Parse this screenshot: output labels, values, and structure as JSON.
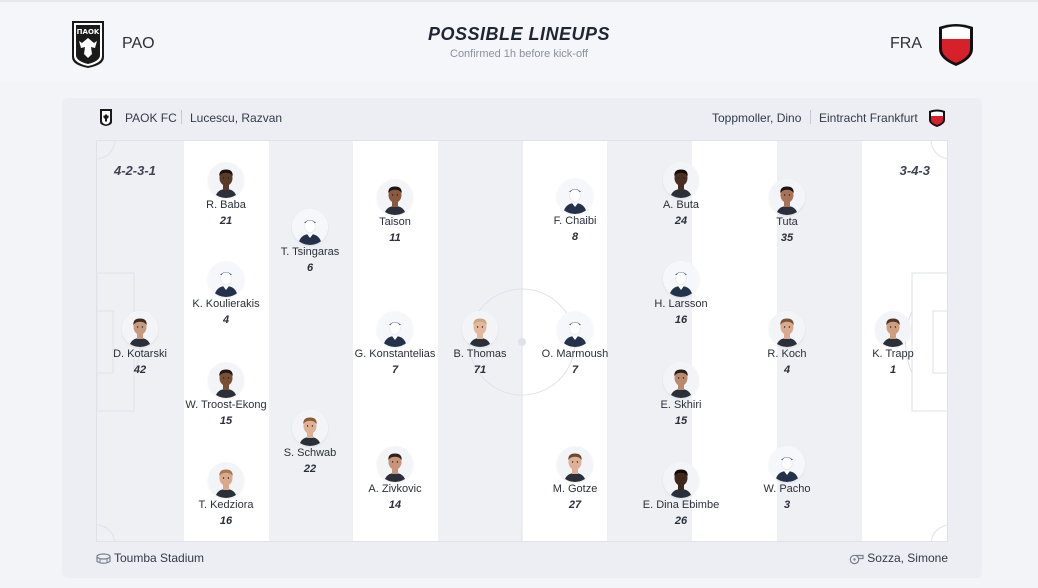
{
  "header": {
    "title": "POSSIBLE LINEUPS",
    "subtitle": "Confirmed 1h before kick-off",
    "home_abbr": "PAO",
    "away_abbr": "FRA",
    "home_logo_text": "ΠΑΟΚ"
  },
  "info": {
    "home_team": "PAOK FC",
    "home_coach": "Lucescu, Razvan",
    "away_coach": "Toppmoller, Dino",
    "away_team": "Eintracht Frankfurt"
  },
  "formations": {
    "home": "4-2-3-1",
    "away": "3-4-3"
  },
  "home_players": [
    {
      "name": "D. Kotarski",
      "number": "42",
      "avatar": "photo",
      "skin": "#c89a7c",
      "hair": "#3a2a20"
    },
    {
      "name": "R. Baba",
      "number": "21",
      "avatar": "photo",
      "skin": "#5a3b2a",
      "hair": "#1c120c"
    },
    {
      "name": "K. Koulierakis",
      "number": "4",
      "avatar": "silhouette"
    },
    {
      "name": "W. Troost-Ekong",
      "number": "15",
      "avatar": "photo",
      "skin": "#7a4f36",
      "hair": "#241711"
    },
    {
      "name": "T. Kedziora",
      "number": "16",
      "avatar": "photo",
      "skin": "#d8a98b",
      "hair": "#a8794f"
    },
    {
      "name": "T. Tsingaras",
      "number": "6",
      "avatar": "silhouette"
    },
    {
      "name": "S. Schwab",
      "number": "22",
      "avatar": "photo",
      "skin": "#e0b093",
      "hair": "#8a5a32"
    },
    {
      "name": "Taison",
      "number": "11",
      "avatar": "photo",
      "skin": "#8a5a3e",
      "hair": "#1f1510"
    },
    {
      "name": "G. Konstantelias",
      "number": "7",
      "avatar": "silhouette"
    },
    {
      "name": "A. Zivkovic",
      "number": "14",
      "avatar": "photo",
      "skin": "#c79478",
      "hair": "#2e211a"
    },
    {
      "name": "B. Thomas",
      "number": "71",
      "avatar": "photo",
      "skin": "#e3b89d",
      "hair": "#c9a780"
    }
  ],
  "away_players": [
    {
      "name": "F. Chaibi",
      "number": "8",
      "avatar": "silhouette"
    },
    {
      "name": "O. Marmoush",
      "number": "7",
      "avatar": "silhouette"
    },
    {
      "name": "M. Gotze",
      "number": "27",
      "avatar": "photo",
      "skin": "#deb196",
      "hair": "#6b4a30"
    },
    {
      "name": "A. Buta",
      "number": "24",
      "avatar": "photo",
      "skin": "#4b2f22",
      "hair": "#150d08"
    },
    {
      "name": "H. Larsson",
      "number": "16",
      "avatar": "silhouette"
    },
    {
      "name": "E. Skhiri",
      "number": "15",
      "avatar": "photo",
      "skin": "#b98a6e",
      "hair": "#2a1d15"
    },
    {
      "name": "E. Dina Ebimbe",
      "number": "26",
      "avatar": "photo",
      "skin": "#3f271c",
      "hair": "#120a06"
    },
    {
      "name": "Tuta",
      "number": "35",
      "avatar": "photo",
      "skin": "#a87356",
      "hair": "#1e1410"
    },
    {
      "name": "R. Koch",
      "number": "4",
      "avatar": "photo",
      "skin": "#dba98c",
      "hair": "#7a5436"
    },
    {
      "name": "W. Pacho",
      "number": "3",
      "avatar": "silhouette"
    },
    {
      "name": "K. Trapp",
      "number": "1",
      "avatar": "photo",
      "skin": "#cf9e80",
      "hair": "#4e3526"
    }
  ],
  "footer": {
    "stadium": "Toumba Stadium",
    "referee": "Sozza, Simone"
  },
  "colors": {
    "accent_red": "#d6202a",
    "text_dark": "#2b2f3a",
    "silhouette": "#23324a"
  }
}
